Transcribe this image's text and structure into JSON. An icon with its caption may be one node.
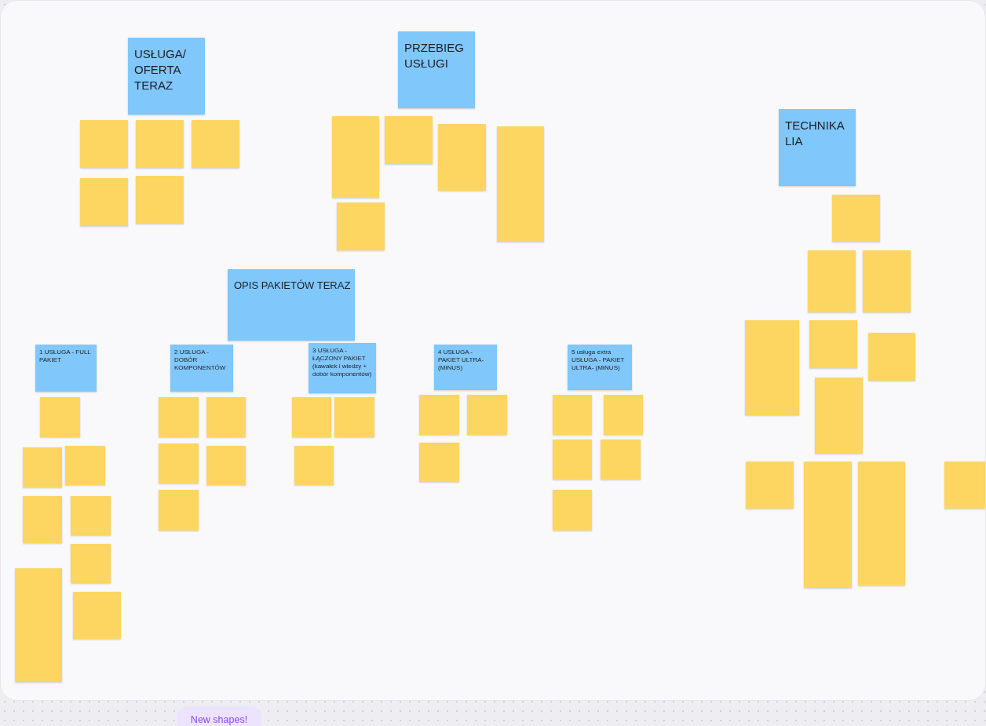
{
  "diagram": {
    "nodes": [
      {
        "text": [
          "USŁUGA/ OFERTA TERAZ"
        ]
      },
      {
        "text": [],
        "shape": "box"
      },
      {
        "text": [],
        "shape": "box"
      },
      {
        "text": [],
        "shape": "box"
      },
      {
        "text": [],
        "shape": "box"
      },
      {
        "text": [],
        "shape": "box"
      },
      {
        "text": [
          "PRZEBIEG USŁUGI"
        ]
      },
      {
        "text": [],
        "shape": "box"
      },
      {
        "text": [],
        "shape": "box"
      },
      {
        "text": [],
        "shape": "box"
      },
      {
        "text": [],
        "shape": "box"
      },
      {
        "text": [],
        "shape": "box"
      },
      {
        "text": [
          "TECHNIKA LIA"
        ]
      },
      {
        "text": [],
        "shape": "box"
      },
      {
        "text": [],
        "shape": "box"
      },
      {
        "text": [],
        "shape": "box"
      },
      {
        "text": [],
        "shape": "box"
      },
      {
        "text": [],
        "shape": "box"
      },
      {
        "text": [],
        "shape": "box"
      },
      {
        "text": [],
        "shape": "box"
      },
      {
        "text": [],
        "shape": "box"
      },
      {
        "text": [],
        "shape": "box"
      },
      {
        "text": [],
        "shape": "box"
      },
      {
        "text": [],
        "shape": "box"
      },
      {
        "text": [
          "OPIS PAKIETÓW TERAZ"
        ]
      },
      {
        "text": [
          "1 USŁUGA - FULL PAKIET"
        ]
      },
      {
        "text": [],
        "shape": "box"
      },
      {
        "text": [],
        "shape": "box"
      },
      {
        "text": [],
        "shape": "box"
      },
      {
        "text": [],
        "shape": "box"
      },
      {
        "text": [],
        "shape": "box"
      },
      {
        "text": [],
        "shape": "box"
      },
      {
        "text": [],
        "shape": "box"
      },
      {
        "text": [],
        "shape": "box"
      },
      {
        "text": [
          "2 USŁUGA - DOBÓR KOMPONENTÓW"
        ]
      },
      {
        "text": [],
        "shape": "box"
      },
      {
        "text": [],
        "shape": "box"
      },
      {
        "text": [],
        "shape": "box"
      },
      {
        "text": [],
        "shape": "box"
      },
      {
        "text": [],
        "shape": "box"
      },
      {
        "text": [
          "3 USŁUGA - ŁĄCZONY PAKIET (kawałek i wiedzy + dobór komponentów)"
        ]
      },
      {
        "text": [],
        "shape": "box"
      },
      {
        "text": [],
        "shape": "box"
      },
      {
        "text": [],
        "shape": "box"
      },
      {
        "text": [
          "4 USŁUGA - PAKIET ULTRA- (MINUS)"
        ]
      },
      {
        "text": [],
        "shape": "box"
      },
      {
        "text": [],
        "shape": "box"
      },
      {
        "text": [],
        "shape": "box"
      },
      {
        "text": [
          "5 usługa extra USŁUGA - PAKIET ULTRA- (MINUS)"
        ]
      },
      {
        "text": [],
        "shape": "box"
      },
      {
        "text": [],
        "shape": "box"
      },
      {
        "text": [],
        "shape": "box"
      },
      {
        "text": [],
        "shape": "box"
      },
      {
        "text": [],
        "shape": "box"
      }
    ],
    "labels": [
      "New shapes!"
    ]
  }
}
